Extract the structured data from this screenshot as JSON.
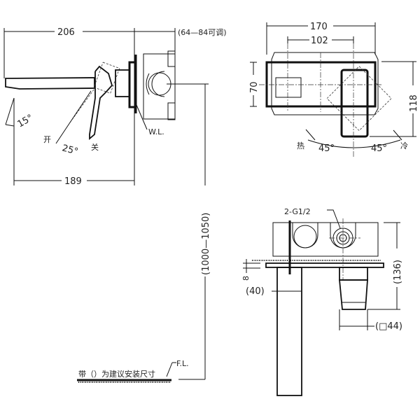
{
  "side_view": {
    "dim_total": "206",
    "dim_adjust": "(64—84可调)",
    "dim_spout": "189",
    "angle_spout": "15°",
    "open_label": "开",
    "angle_handle": "25°",
    "close_label": "关",
    "wall_line": "W.L.",
    "dim_height": "(1000—1050)",
    "floor_line": "F.L.",
    "note": "带（）为建议安装尺寸"
  },
  "top_view": {
    "dim_width": "170",
    "dim_inner": "102",
    "dim_depth": "70",
    "dim_overall": "118",
    "hot_label": "热",
    "cold_label": "冷",
    "angle_hot": "45°",
    "angle_cold": "45°"
  },
  "front_view": {
    "thread_label": "2-G1/2",
    "dim_plate": "8",
    "dim_spout": "(40)",
    "dim_depth": "(136)",
    "dim_handle": "(□44)"
  }
}
